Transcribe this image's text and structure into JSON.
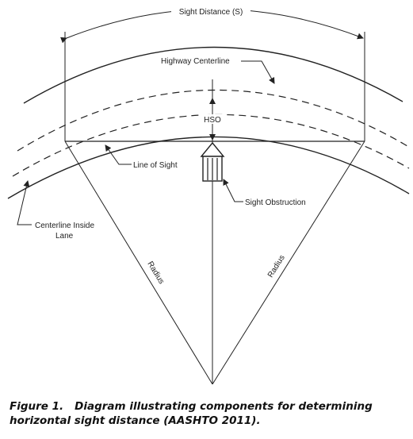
{
  "diagram": {
    "labels": {
      "sight_distance": "Sight Distance (S)",
      "highway_centerline": "Highway Centerline",
      "hso": "HSO",
      "line_of_sight": "Line of Sight",
      "sight_obstruction": "Sight Obstruction",
      "centerline_inside_lane_1": "Centerline Inside",
      "centerline_inside_lane_2": "Lane",
      "radius_left": "Radius",
      "radius_right": "Radius"
    }
  },
  "caption": {
    "figure_number": "Figure 1.",
    "line1": "Diagram illustrating components for determining",
    "line2": "horizontal sight distance (AASHTO 2011)."
  }
}
